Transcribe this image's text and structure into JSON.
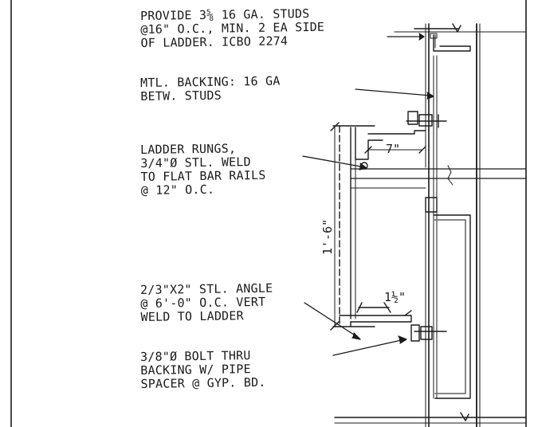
{
  "notes": {
    "studs": [
      "PROVIDE 3⅝ 16 GA. STUDS",
      "@16\" O.C., MIN. 2 EA SIDE",
      "OF LADDER. ICBO 2274"
    ],
    "backing": [
      "MTL. BACKING: 16 GA",
      "BETW. STUDS"
    ],
    "rungs": [
      "LADDER RUNGS,",
      "3/4\"Ø STL. WELD",
      "TO FLAT BAR RAILS",
      "@ 12\" O.C."
    ],
    "angle": [
      "2/3\"X2\" STL. ANGLE",
      "@ 6'-0\" O.C. VERT",
      "WELD TO LADDER"
    ],
    "bolt": [
      "3/8\"Ø BOLT THRU",
      "BACKING W/ PIPE",
      "SPACER @ GYP. BD."
    ]
  },
  "dimensions": {
    "rung_projection": "7\"",
    "rung_spacing": "1'-6\"",
    "angle_leg": "1½\""
  },
  "colors": {
    "ink": "#1a1a1a",
    "paper": "#ffffff"
  }
}
